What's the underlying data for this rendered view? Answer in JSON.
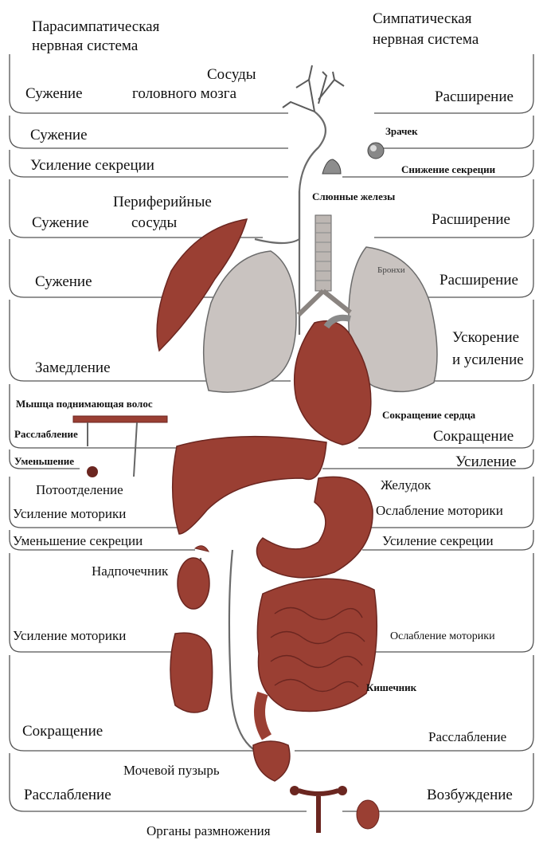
{
  "headers": {
    "parasympathetic": "Парасимпатическая нервная система",
    "parasympathetic_l1": "Парасимпатическая",
    "parasympathetic_l2": "нервная система",
    "sympathetic_l1": "Симпатическая",
    "sympathetic_l2": "нервная система"
  },
  "organs": {
    "brain_vessels_l1": "Сосуды",
    "brain_vessels_l2": "головного мозга",
    "pupil": "Зрачек",
    "salivary": "Слюнные железы",
    "peripheral_l1": "Периферийные",
    "peripheral_l2": "сосуды",
    "bronchi": "Бронхи",
    "hair_muscle": "Мышца поднимающая волос",
    "heart_contraction": "Сокращение сердца",
    "sweat": "Потоотделение",
    "stomach": "Желудок",
    "adrenal": "Надпочечник",
    "intestine": "Кишечник",
    "bladder": "Мочевой пузырь",
    "genitals": "Органы размножения"
  },
  "para": {
    "r1": "Сужение",
    "r2": "Сужение",
    "r3": "Усиление секреции",
    "r4": "Сужение",
    "r5": "Сужение",
    "r6": "Замедление",
    "r7": "Расслабление",
    "r8": "Уменьшение",
    "r9": "Усиление моторики",
    "r10": "Уменьшение секреции",
    "r11": "Усиление моторики",
    "r12": "Сокращение",
    "r13": "Расслабление"
  },
  "symp": {
    "r1": "Расширение",
    "r3": "Снижение секреции",
    "r4": "Расширение",
    "r5": "Расширение",
    "r6_l1": "Ускорение",
    "r6_l2": "и усиление",
    "r7": "Сокращение",
    "r8": "Усиление",
    "r9": "Ослабление моторики",
    "r10": "Усиление секреции",
    "r11": "Ослабление моторики",
    "r12": "Расслабление",
    "r13": "Возбуждение"
  },
  "colors": {
    "organ": "#9a3f33",
    "organ_dark": "#6b2620",
    "lung": "#c9c3c0",
    "line": "#555555"
  }
}
